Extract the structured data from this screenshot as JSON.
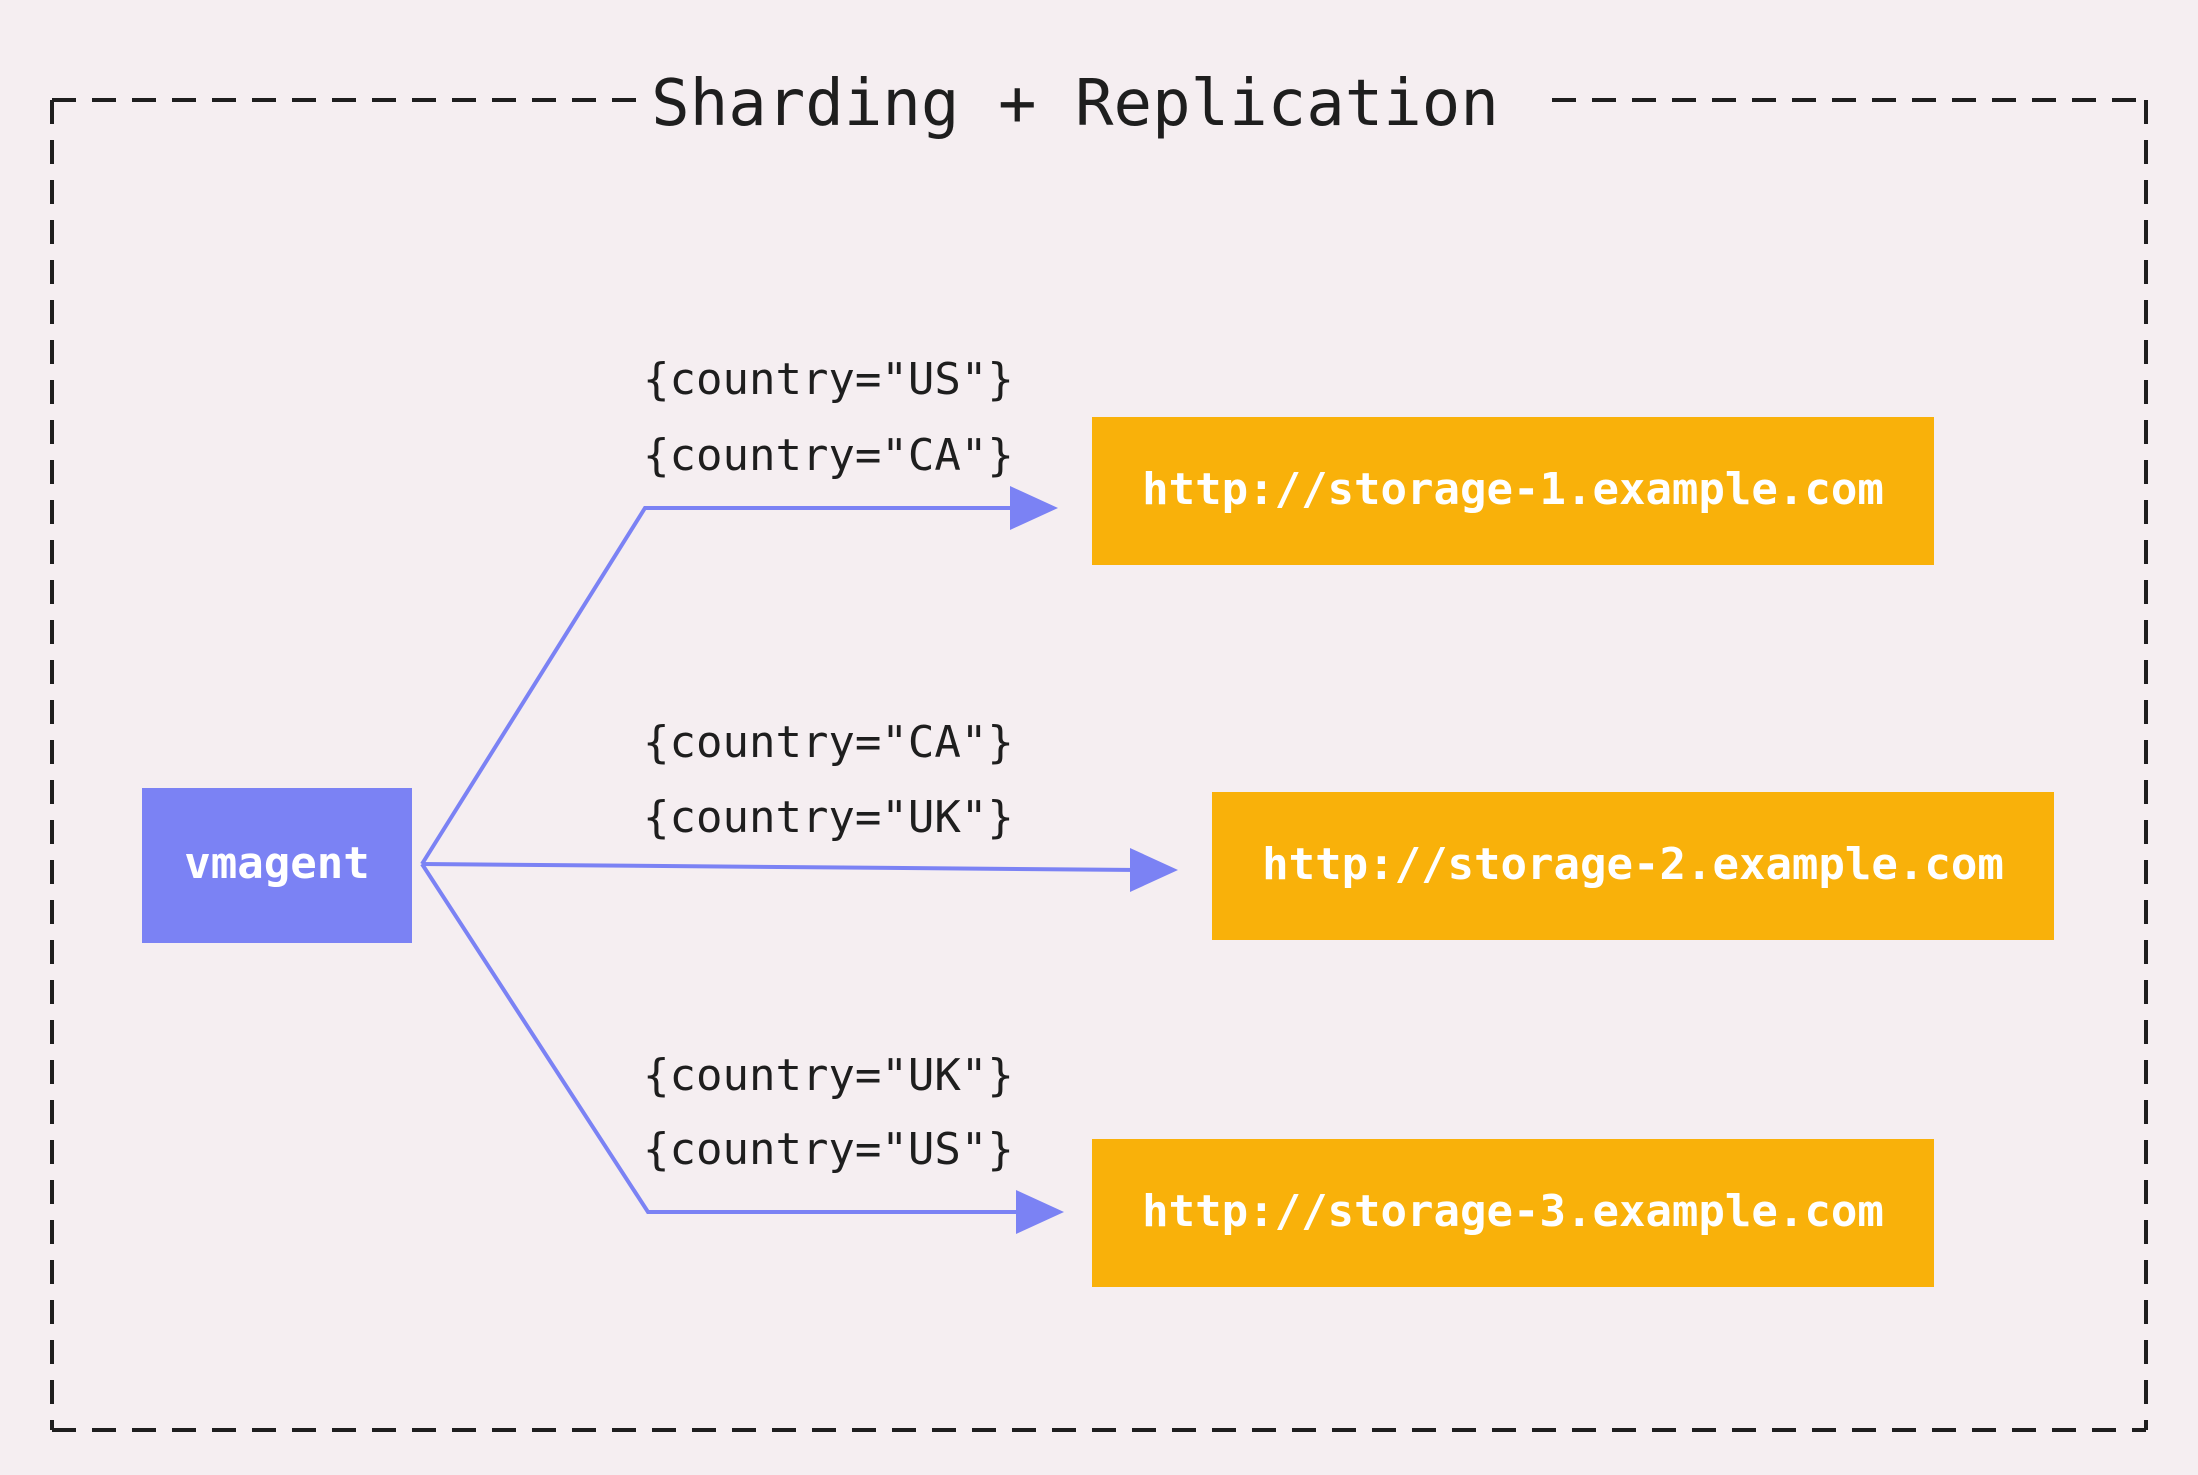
{
  "title": "Sharding + Replication",
  "source_node": {
    "label": "vmagent",
    "color": "#7b82f4"
  },
  "targets": [
    {
      "url": "http://storage-1.example.com",
      "labels": [
        "{country=\"US\"}",
        "{country=\"CA\"}"
      ]
    },
    {
      "url": "http://storage-2.example.com",
      "labels": [
        "{country=\"CA\"}",
        "{country=\"UK\"}"
      ]
    },
    {
      "url": "http://storage-3.example.com",
      "labels": [
        "{country=\"UK\"}",
        "{country=\"US\"}"
      ]
    }
  ],
  "colors": {
    "background": "#f5eef1",
    "target_fill": "#f9b10a",
    "arrow": "#7b82f4",
    "frame": "#1e1e1e"
  }
}
